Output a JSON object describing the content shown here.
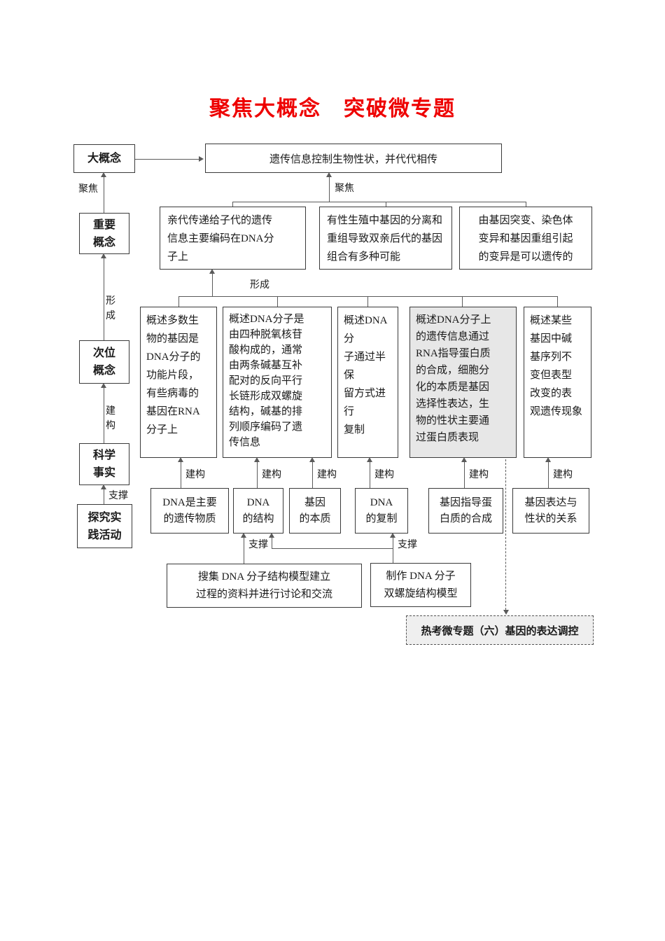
{
  "title": {
    "text": "聚焦大概念　突破微专题",
    "color": "#ee0000"
  },
  "connector_labels": {
    "focus": "聚焦",
    "form": "形成",
    "construct": "建构",
    "support": "支撑"
  },
  "left_column": {
    "big_concept": "大概念",
    "important_concept": "重要\n概念",
    "secondary_concept": "次位\n概念",
    "science_fact": "科学\n事实",
    "practice_activity": "探究实\n践活动"
  },
  "core_statement": "遗传信息控制生物性状，并代代相传",
  "important_concepts": [
    {
      "text": "亲代传递给子代的遗传\n信息主要编码在DNA分\n子上"
    },
    {
      "text": "有性生殖中基因的分离和\n重组导致双亲后代的基因\n组合有多种可能"
    },
    {
      "text": "由基因突变、染色体\n变异和基因重组引起\n的变异是可以遗传的"
    }
  ],
  "secondary_concepts": [
    {
      "text": "概述多数生\n物的基因是\nDNA分子的\n功能片段，\n有些病毒的\n基因在RNA\n分子上",
      "highlighted": false
    },
    {
      "text": "概述DNA分子是\n由四种脱氧核苷\n酸构成的，通常\n由两条碱基互补\n配对的反向平行\n长链形成双螺旋\n结构，碱基的排\n列顺序编码了遗\n传信息",
      "highlighted": false
    },
    {
      "text": "概述DNA分\n子通过半保\n留方式进行\n复制",
      "highlighted": false
    },
    {
      "text": "概述DNA分子上\n的遗传信息通过\nRNA指导蛋白质\n的合成，细胞分\n化的本质是基因\n选择性表达，生\n物的性状主要通\n过蛋白质表现",
      "highlighted": true
    },
    {
      "text": "概述某些\n基因中碱\n基序列不\n变但表型\n改变的表\n观遗传现象",
      "highlighted": false
    }
  ],
  "science_facts": [
    {
      "text": "DNA是主要\n的遗传物质"
    },
    {
      "text": "DNA\n的结构"
    },
    {
      "text": "基因\n的本质"
    },
    {
      "text": "DNA\n的复制"
    },
    {
      "text": "基因指导蛋\n白质的合成"
    },
    {
      "text": "基因表达与\n性状的关系"
    }
  ],
  "activities": [
    {
      "text": "搜集 DNA 分子结构模型建立\n过程的资料并进行讨论和交流"
    },
    {
      "text": "制作 DNA 分子\n双螺旋结构模型"
    }
  ],
  "hot_topic": {
    "text": "热考微专题（六）基因的表达调控"
  },
  "colors": {
    "line": "#5a5a5a",
    "border": "#3a3a3a",
    "highlight_box_bg": "#e7e7e7",
    "hot_topic_bg": "#efefef"
  }
}
